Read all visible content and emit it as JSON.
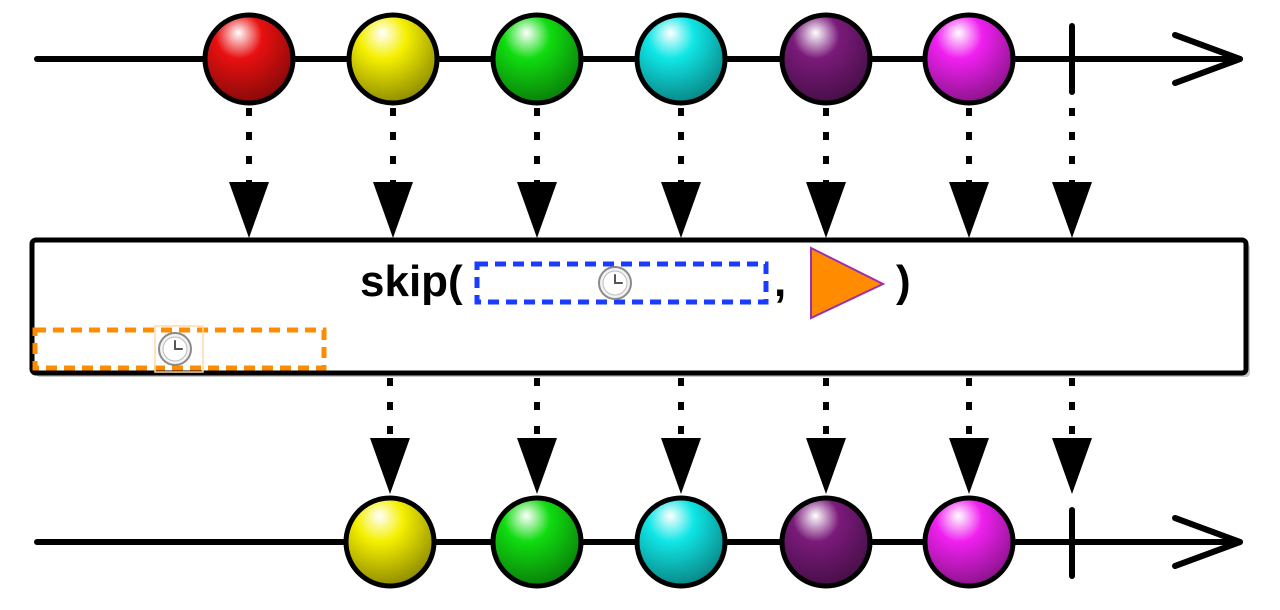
{
  "operator": {
    "name_label": "skip(",
    "comma_label": ",",
    "close_label": ")",
    "param_duration_icon": "clock-icon",
    "param_scheduler_icon": "orange-triangle-icon",
    "window_icon": "clock-icon",
    "colors": {
      "duration_box": "#1a3cff",
      "window_box": "#ff8c00",
      "scheduler_fill": "#ff8c00",
      "scheduler_stroke": "#9b2fae"
    }
  },
  "source": {
    "marbles": [
      "red",
      "yellow",
      "green",
      "cyan",
      "purple",
      "magenta"
    ],
    "completed": true
  },
  "result": {
    "marbles": [
      "yellow",
      "green",
      "cyan",
      "purple",
      "magenta"
    ],
    "completed": true
  },
  "colors": {
    "red": "#e81010",
    "yellow": "#f5f000",
    "green": "#10dc10",
    "cyan": "#10e6e6",
    "purple": "#7a1a7a",
    "magenta": "#f020f0"
  }
}
